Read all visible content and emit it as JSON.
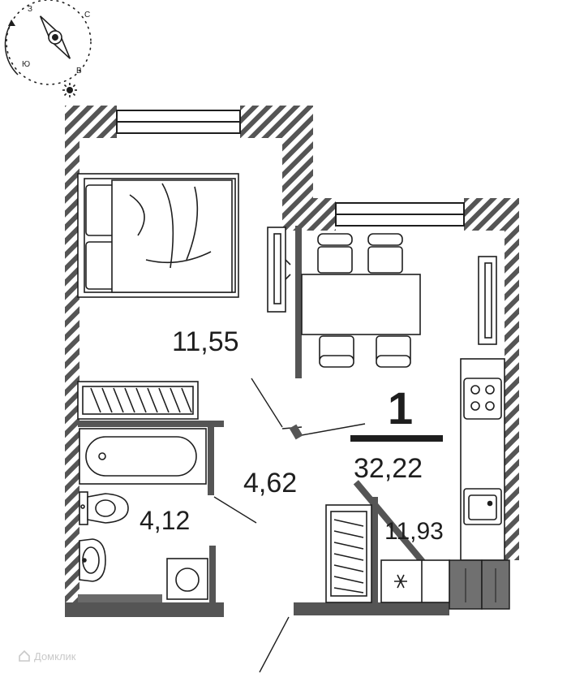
{
  "compass": {
    "north": "С",
    "east": "В",
    "south": "Ю",
    "west": "З"
  },
  "plan": {
    "room_count": "1",
    "total_area": "32,22",
    "rooms": {
      "bedroom_area": "11,55",
      "hallway_area": "4,62",
      "bathroom_area": "4,12",
      "kitchen_area": "11,93"
    }
  },
  "colors": {
    "wall": "#555555",
    "hatch_bg": "#ffffff",
    "furniture": "#3a3a3a",
    "cabinet_fill": "#707070",
    "watermark": "#c9c9c9"
  },
  "watermark_text": "Домклик"
}
